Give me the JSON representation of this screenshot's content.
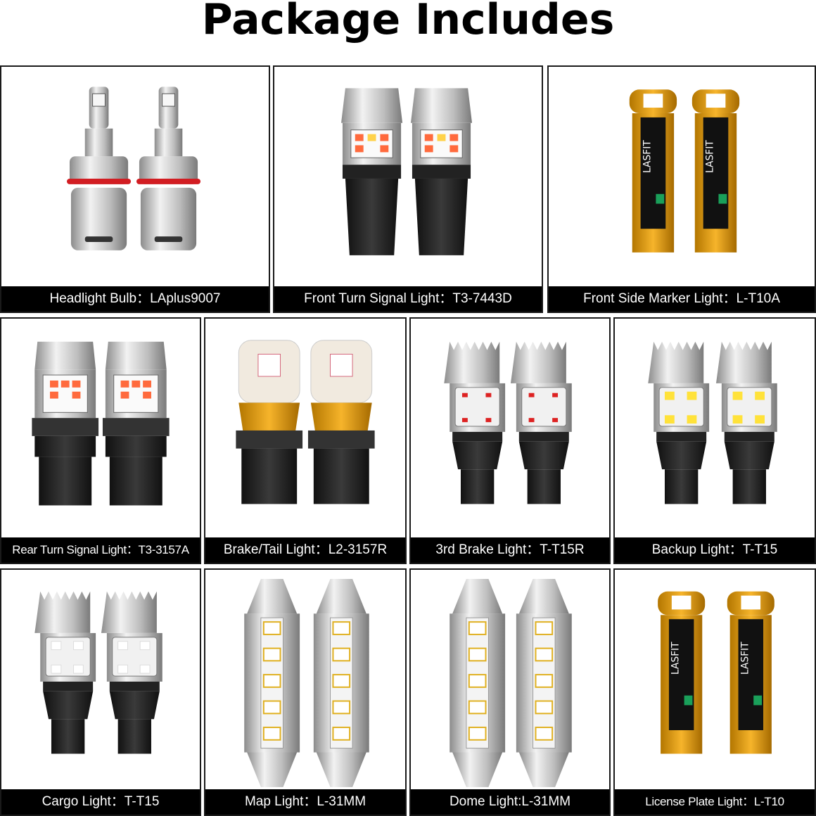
{
  "title": "Package Includes",
  "brand_text": "LASFIT",
  "items": [
    {
      "label": "Headlight Bulb：LAplus9007",
      "icon": "headlight-bulb-icon"
    },
    {
      "label": "Front Turn Signal Light：T3-7443D",
      "icon": "turn-signal-bulb-icon"
    },
    {
      "label": "Front Side Marker Light：L-T10A",
      "icon": "t10-amber-bulb-icon"
    },
    {
      "label": "Rear Turn Signal Light：T3-3157A",
      "icon": "3157-amber-bulb-icon"
    },
    {
      "label": "Brake/Tail Light：L2-3157R",
      "icon": "3157-red-bulb-icon"
    },
    {
      "label": "3rd Brake Light：T-T15R",
      "icon": "t15-red-bulb-icon"
    },
    {
      "label": "Backup Light：T-T15",
      "icon": "t15-yellow-bulb-icon"
    },
    {
      "label": "Cargo Light：T-T15",
      "icon": "t15-white-bulb-icon"
    },
    {
      "label": "Map Light：L-31MM",
      "icon": "festoon-bulb-icon"
    },
    {
      "label": "Dome Light:L-31MM",
      "icon": "festoon-bulb-icon"
    },
    {
      "label": "License Plate Light：L-T10",
      "icon": "t10-white-bulb-icon"
    }
  ]
}
